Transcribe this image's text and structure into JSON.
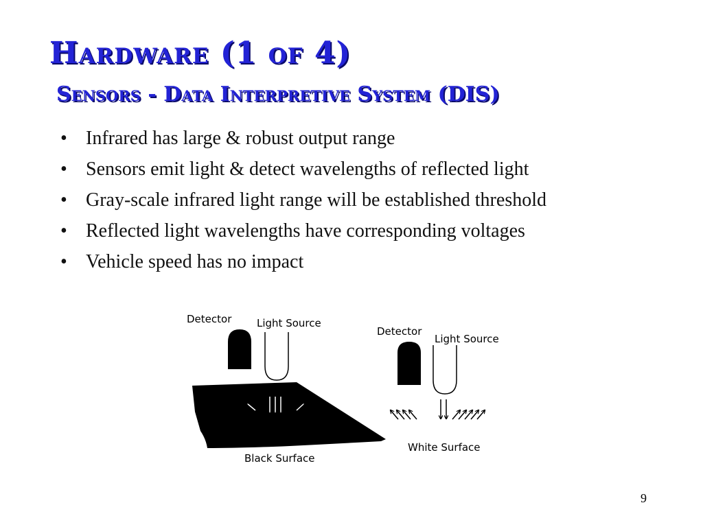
{
  "slide": {
    "title": "Hardware (1 of 4)",
    "subtitle": "Sensors - Data Interpretive System (DIS)",
    "bullet_symbol": "•",
    "bullets": [
      "Infrared has large & robust output range",
      "Sensors emit light & detect wavelengths of reflected light",
      "Gray-scale infrared light range will be established threshold",
      "Reflected light wavelengths have corresponding voltages",
      "Vehicle speed has no impact"
    ],
    "page_number": "9"
  },
  "diagram": {
    "black_side": {
      "detector_label": "Detector",
      "light_source_label": "Light Source",
      "surface_label": "Black Surface"
    },
    "white_side": {
      "detector_label": "Detector",
      "light_source_label": "Light Source",
      "surface_label": "White Surface"
    }
  },
  "colors": {
    "title": "#2323d6",
    "title_shadow": "#0a0a6a",
    "body_text": "#111111",
    "background": "#ffffff"
  }
}
